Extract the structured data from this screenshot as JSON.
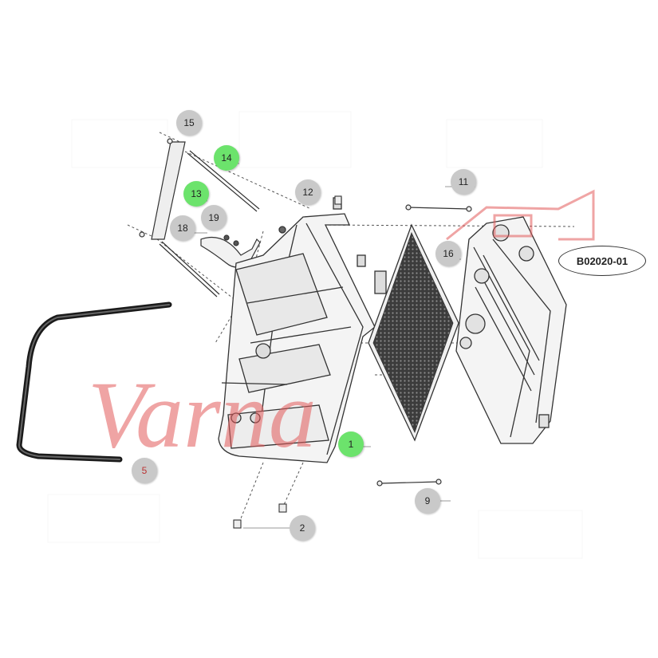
{
  "diagram": {
    "callouts": [
      {
        "key": "c15",
        "label": "15",
        "style": "grey"
      },
      {
        "key": "c14",
        "label": "14",
        "style": "green"
      },
      {
        "key": "c13",
        "label": "13",
        "style": "green"
      },
      {
        "key": "c12",
        "label": "12",
        "style": "grey"
      },
      {
        "key": "c11",
        "label": "11",
        "style": "grey"
      },
      {
        "key": "c19",
        "label": "19",
        "style": "grey"
      },
      {
        "key": "c18",
        "label": "18",
        "style": "grey"
      },
      {
        "key": "c16",
        "label": "16",
        "style": "grey"
      },
      {
        "key": "c1",
        "label": "1",
        "style": "green"
      },
      {
        "key": "c5",
        "label": "5",
        "style": "grey"
      },
      {
        "key": "c9",
        "label": "9",
        "style": "grey"
      },
      {
        "key": "c2",
        "label": "2",
        "style": "grey"
      }
    ],
    "code_label": "B02020-01",
    "watermark_text": "Varna",
    "colors": {
      "highlight_green": "#6ce36c",
      "callout_grey": "#c9c9c9",
      "watermark_red": "#e35b5b",
      "line": "#333333"
    }
  }
}
